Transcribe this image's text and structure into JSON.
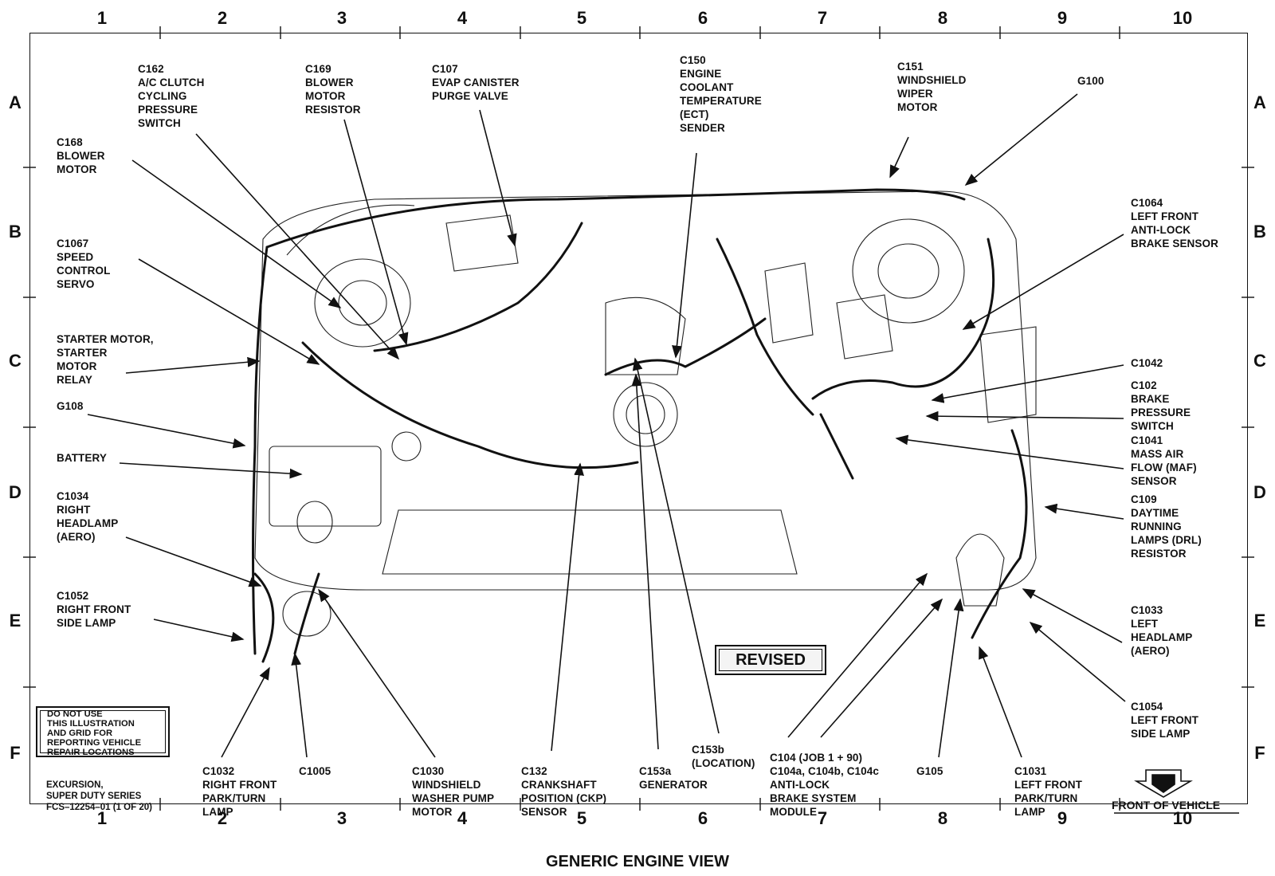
{
  "grid": {
    "columns": [
      "1",
      "2",
      "3",
      "4",
      "5",
      "6",
      "7",
      "8",
      "9",
      "10"
    ],
    "rows": [
      "A",
      "B",
      "C",
      "D",
      "E",
      "F"
    ]
  },
  "callouts": {
    "c162": "C162\nA/C CLUTCH\nCYCLING\nPRESSURE\nSWITCH",
    "c169": "C169\nBLOWER\nMOTOR\nRESISTOR",
    "c107": "C107\nEVAP CANISTER\nPURGE VALVE",
    "c150": "C150\nENGINE\nCOOLANT\nTEMPERATURE\n(ECT)\nSENDER",
    "c151": "C151\nWINDSHIELD\nWIPER\nMOTOR",
    "g100": "G100",
    "c168": "C168\nBLOWER\nMOTOR",
    "c1064": "C1064\nLEFT FRONT\nANTI-LOCK\nBRAKE SENSOR",
    "c1067": "C1067\nSPEED\nCONTROL\nSERVO",
    "starter": "STARTER MOTOR,\nSTARTER\nMOTOR\nRELAY",
    "c1042": "C1042",
    "c102": "C102\nBRAKE\nPRESSURE\nSWITCH",
    "g108": "G108",
    "c1041": "C1041\nMASS AIR\nFLOW (MAF)\nSENSOR",
    "battery": "BATTERY",
    "c1034": "C1034\nRIGHT\nHEADLAMP\n(AERO)",
    "c109": "C109\nDAYTIME\nRUNNING\nLAMPS (DRL)\nRESISTOR",
    "c1052": "C1052\nRIGHT FRONT\nSIDE LAMP",
    "c1033": "C1033\nLEFT\nHEADLAMP\n(AERO)",
    "c1054": "C1054\nLEFT FRONT\nSIDE LAMP",
    "c1032": "C1032\nRIGHT FRONT\nPARK/TURN\nLAMP",
    "c1005": "C1005",
    "c1030": "C1030\nWINDSHIELD\nWASHER PUMP\nMOTOR",
    "c132": "C132\nCRANKSHAFT\nPOSITION (CKP)\nSENSOR",
    "c153a": "C153a\nGENERATOR",
    "c153b": "C153b\n(LOCATION)",
    "c104": "C104 (JOB 1 + 90)\nC104a, C104b, C104c\nANTI-LOCK\nBRAKE SYSTEM\nMODULE",
    "g105": "G105",
    "c1031": "C1031\nLEFT FRONT\nPARK/TURN\nLAMP"
  },
  "notice": "DO NOT USE\nTHIS  ILLUSTRATION\nAND GRID FOR\nREPORTING VEHICLE\nREPAIR  LOCATIONS",
  "doc_ref": "EXCURSION,\nSUPER DUTY SERIES\nFCS–12254–01  (1 OF 20)",
  "revised_label": "REVISED",
  "front_of_vehicle": "FRONT OF VEHICLE",
  "view_title": "GENERIC ENGINE VIEW"
}
